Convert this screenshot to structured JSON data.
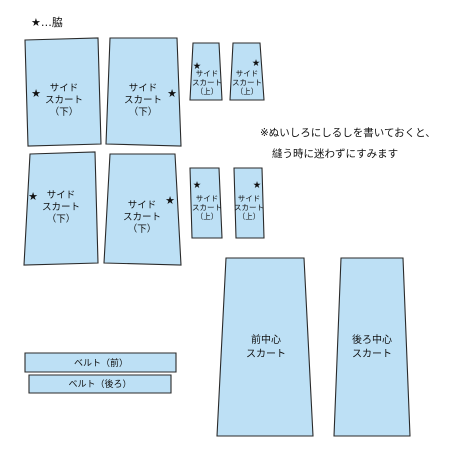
{
  "legend": {
    "star": "★",
    "text": "…脇"
  },
  "note": {
    "line1": "※ぬいしろにしるしを書いておくと、",
    "line2": "縫う時に迷わずにすみます"
  },
  "pieces": {
    "side_lower": [
      "サイド",
      "スカート",
      "（下）"
    ],
    "side_upper": [
      "サイド",
      "スカート",
      "（上）"
    ],
    "center_front": [
      "前中心",
      "スカート"
    ],
    "center_back": [
      "後ろ中心",
      "スカート"
    ],
    "belt_front": "ベルト（前）",
    "belt_back": "ベルト（後ろ）"
  },
  "colors": {
    "fabric": "#bde0f5",
    "outline": "#2a2a2a",
    "text": "#111111"
  },
  "mark": "★"
}
